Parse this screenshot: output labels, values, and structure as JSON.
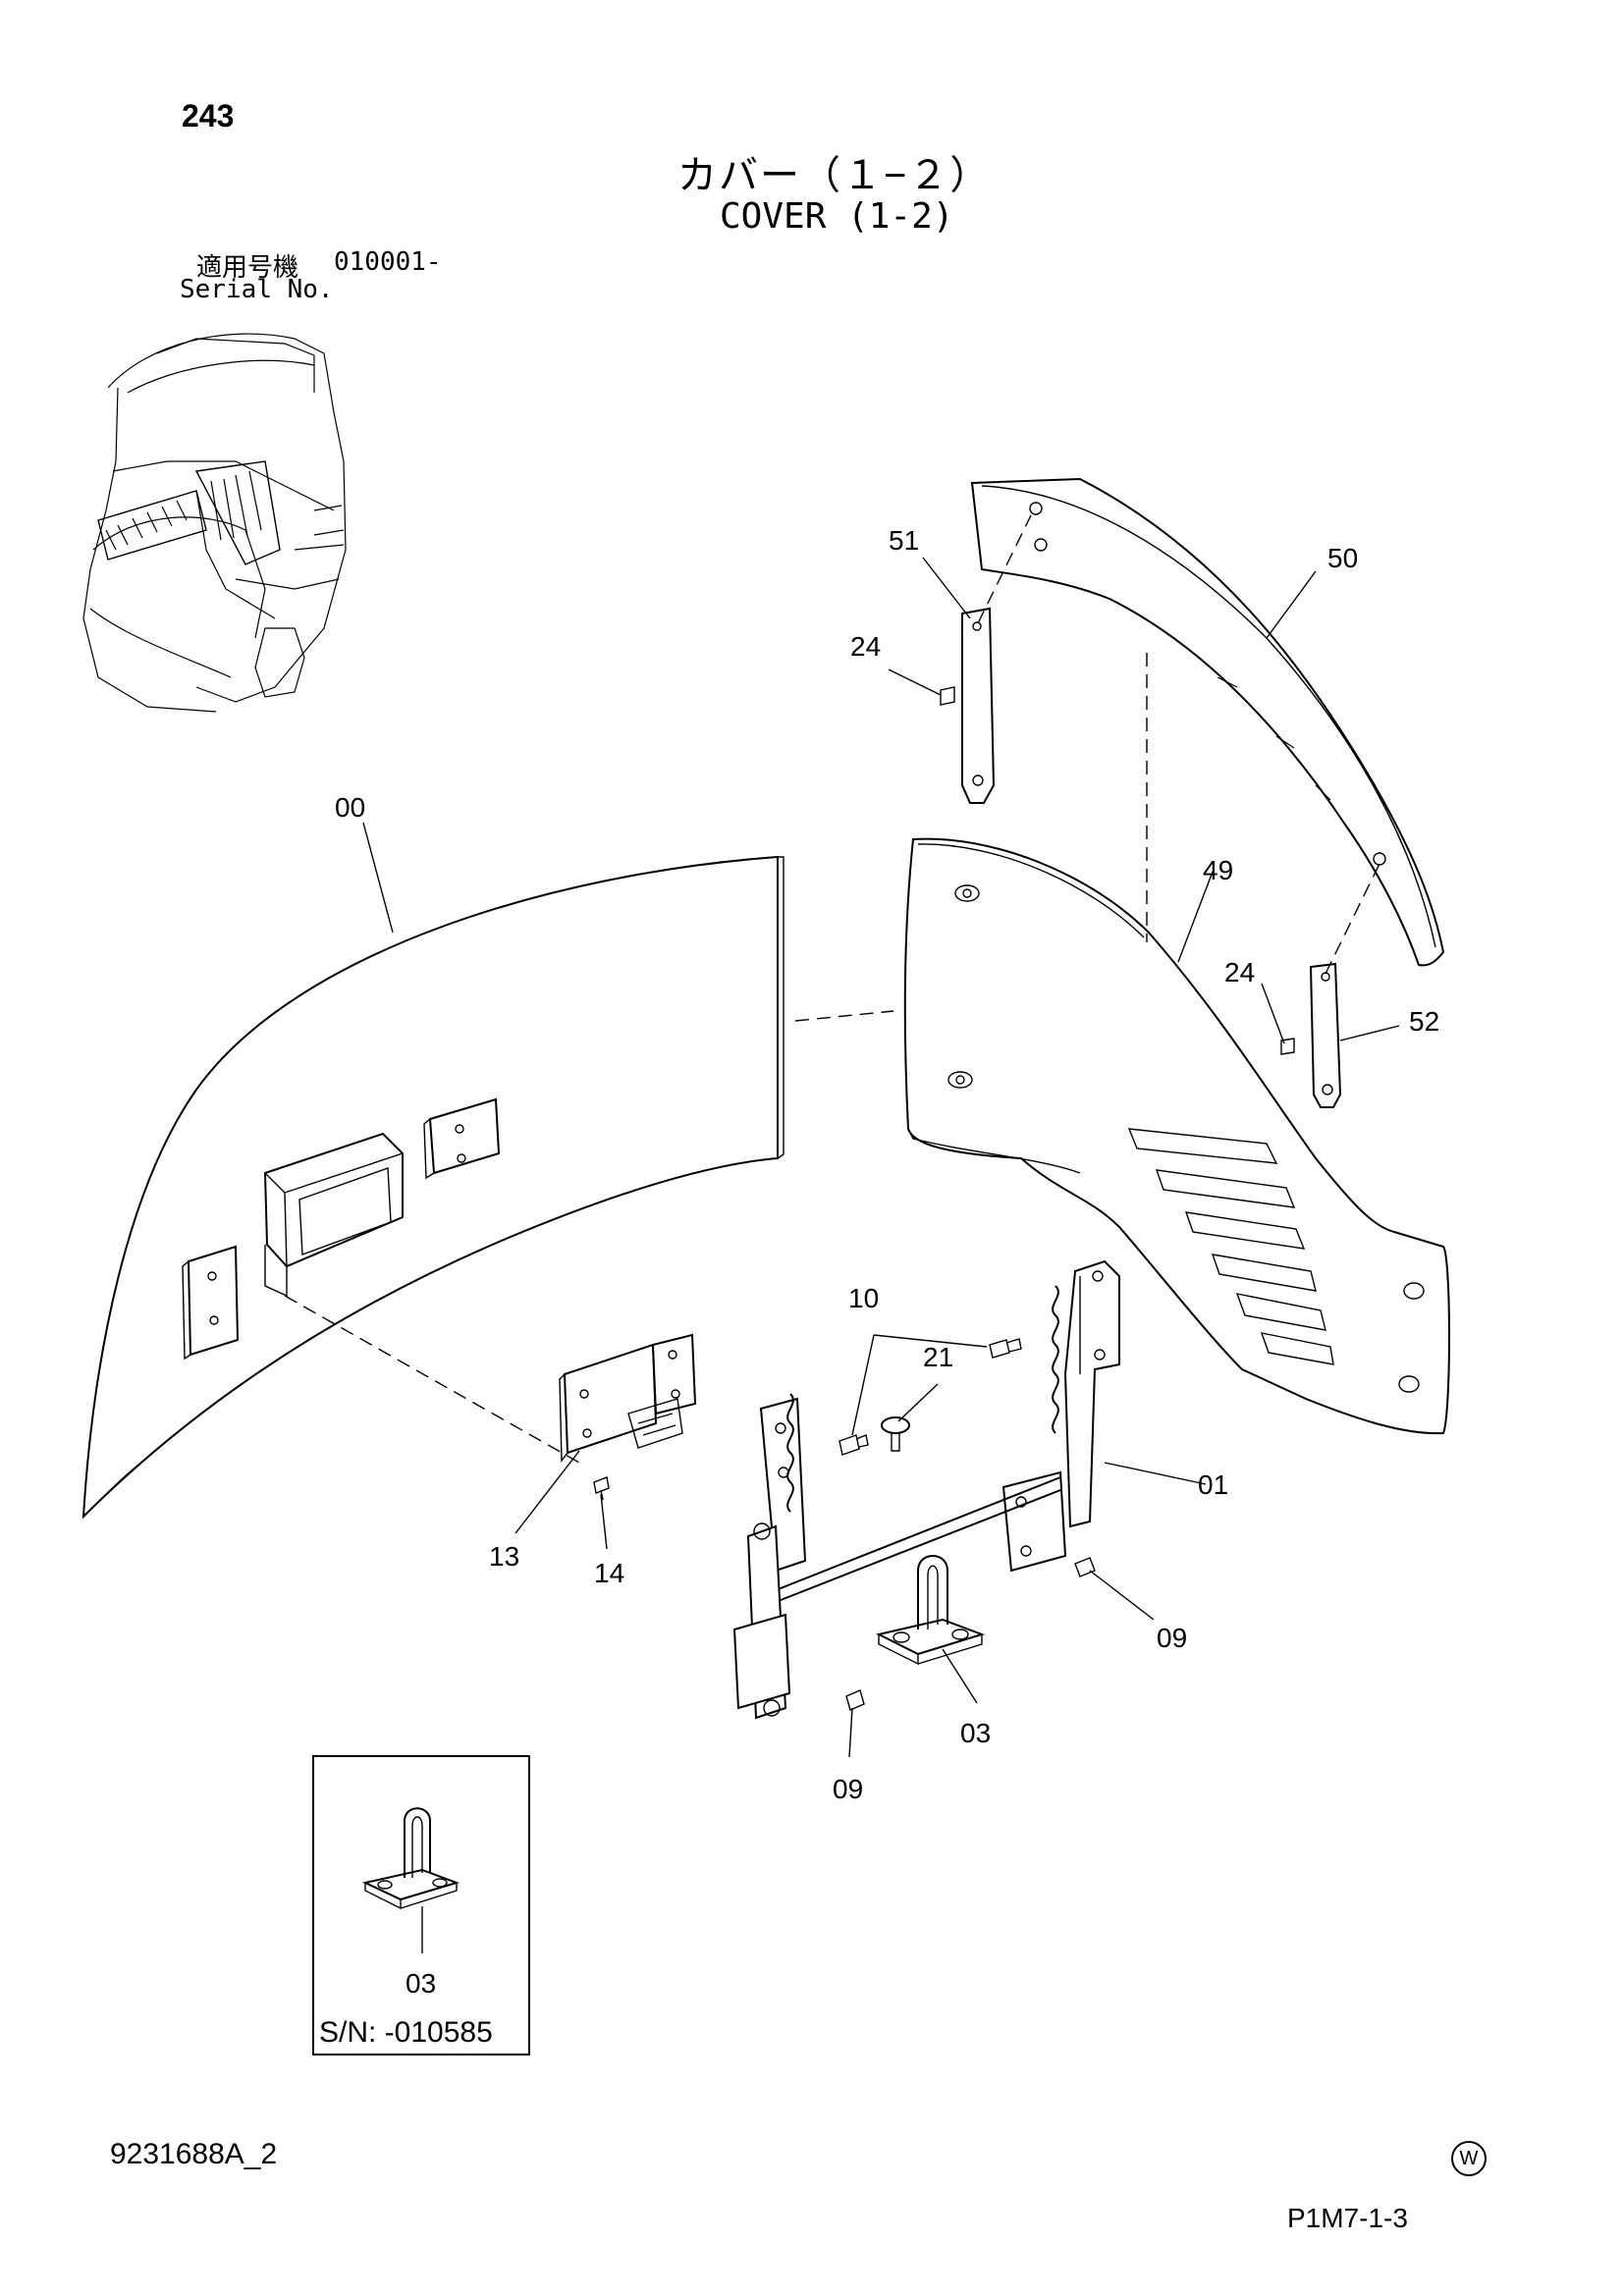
{
  "header": {
    "page_number": "243",
    "title_ja": "カバー（１−２）",
    "title_en": "COVER (1-2)",
    "serial_label_ja": "適用号機",
    "serial_value": "010001-",
    "serial_label_en": "Serial No."
  },
  "callouts": [
    "00",
    "01",
    "03",
    "09",
    "09",
    "10",
    "13",
    "14",
    "21",
    "24",
    "24",
    "49",
    "50",
    "51",
    "52"
  ],
  "inset": {
    "part_label": "03",
    "caption": "S/N: -010585"
  },
  "footer": {
    "doc_number": "9231688A_2",
    "watermark_symbol": "W",
    "page_code": "P1M7-1-3"
  }
}
